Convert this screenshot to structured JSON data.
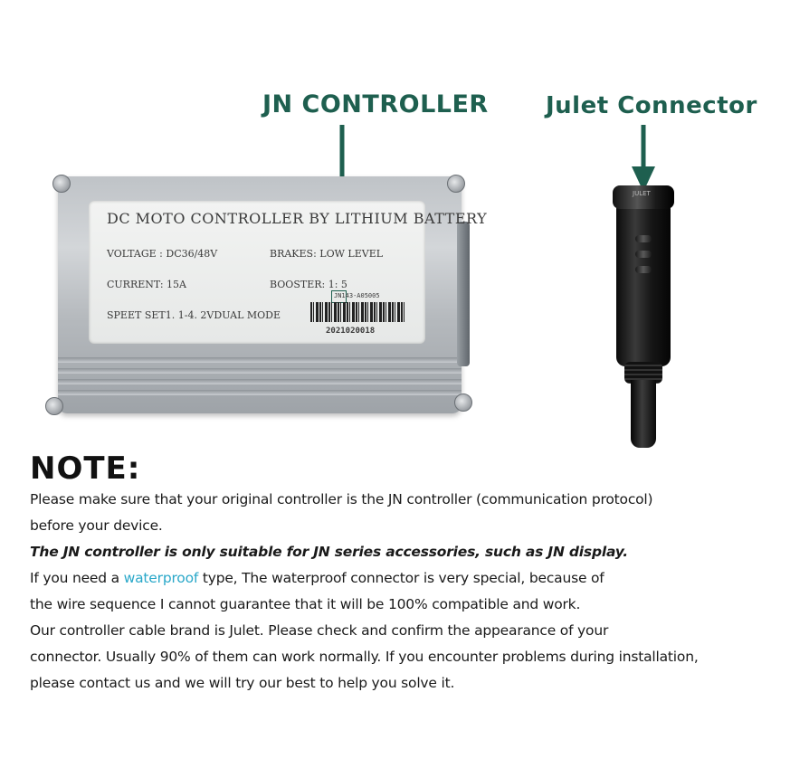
{
  "callouts": {
    "controller": "JN CONTROLLER",
    "connector": "Julet Connector"
  },
  "controller_label": {
    "title": "DC MOTO CONTROLLER BY LITHIUM BATTERY",
    "voltage": "VOLTAGE : DC36/48V",
    "brakes": "BRAKES: LOW LEVEL",
    "current": "CURRENT: 15A",
    "booster": "BOOSTER: 1: 5",
    "speed": "SPEET SET1. 1-4. 2VDUAL MODE",
    "model": "JN143-A05005",
    "serial": "2021020018"
  },
  "connector_mark": "JULET",
  "note": {
    "title": "NOTE:",
    "line1": "Please make sure that your original controller is the JN controller (communication protocol)",
    "line2": "before your device.",
    "line3": "The JN controller is only suitable for JN series accessories, such as JN display.",
    "line4_pre": "If you need a ",
    "line4_highlight": "waterproof",
    "line4_post": " type, The waterproof connector is very special, because of",
    "line5": "the wire sequence I cannot guarantee that it will be 100% compatible and work.",
    "line6": "Our controller cable brand is Julet. Please check and confirm the appearance of your",
    "line7": "connector. Usually 90% of them can work normally. If you encounter problems during installation,",
    "line8": "please contact us and we will try our best to help you solve it."
  },
  "colors": {
    "callout": "#1e5f4f",
    "highlight": "#2aa8c9"
  }
}
